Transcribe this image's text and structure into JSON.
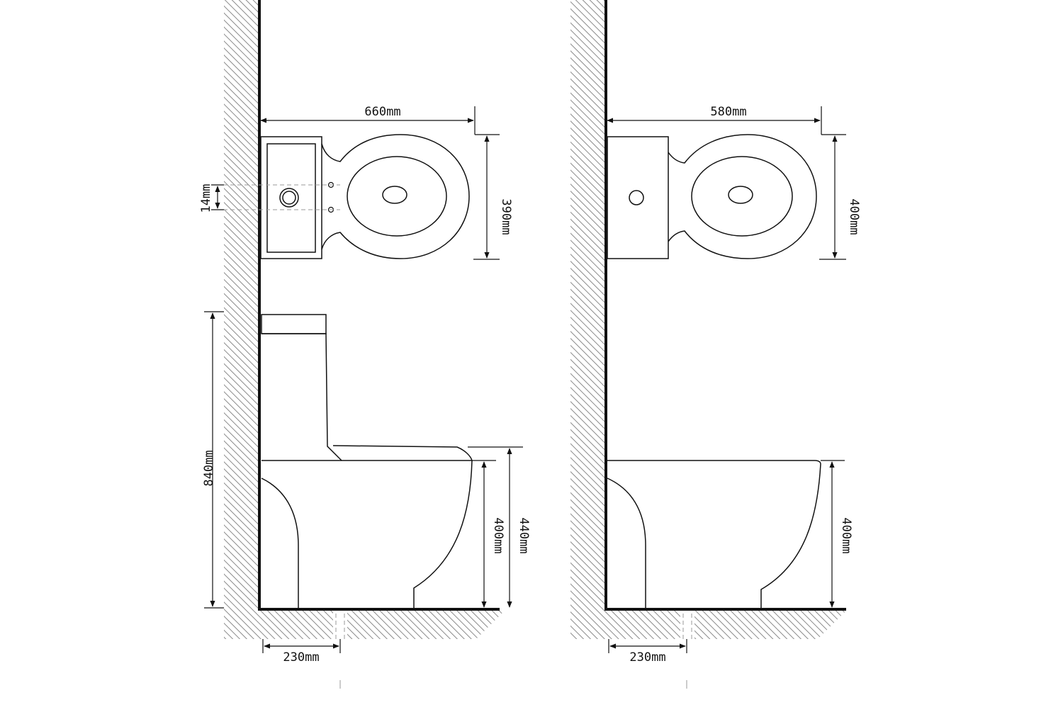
{
  "diagram": {
    "left": {
      "top_view": {
        "width": "660mm",
        "depth": "390mm",
        "hole_spacing": "14mm"
      },
      "side_view": {
        "overall_height": "840mm",
        "seat_height": "400mm",
        "lid_height": "440mm",
        "outlet_offset": "230mm"
      }
    },
    "right": {
      "top_view": {
        "width": "580mm",
        "depth": "400mm"
      },
      "side_view": {
        "seat_height": "400mm",
        "outlet_offset": "230mm"
      }
    }
  }
}
